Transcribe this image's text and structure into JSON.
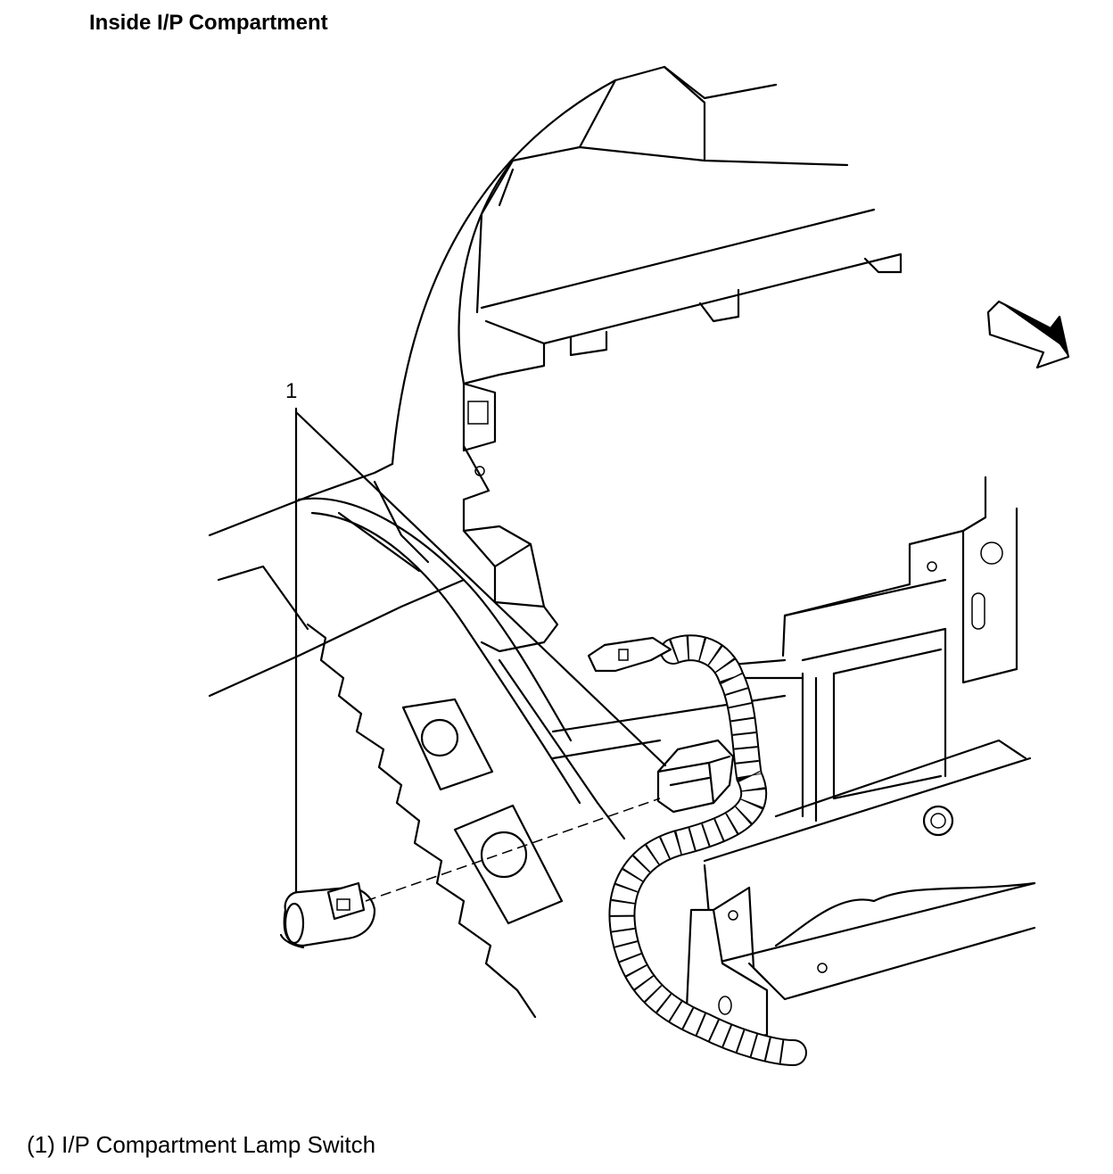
{
  "header": {
    "title": "Inside I/P Compartment"
  },
  "callouts": [
    {
      "number": "1"
    }
  ],
  "legend": {
    "items": [
      {
        "text": "(1) I/P Compartment Lamp Switch"
      }
    ]
  },
  "icons": {
    "direction_arrow": "arrow-icon"
  }
}
